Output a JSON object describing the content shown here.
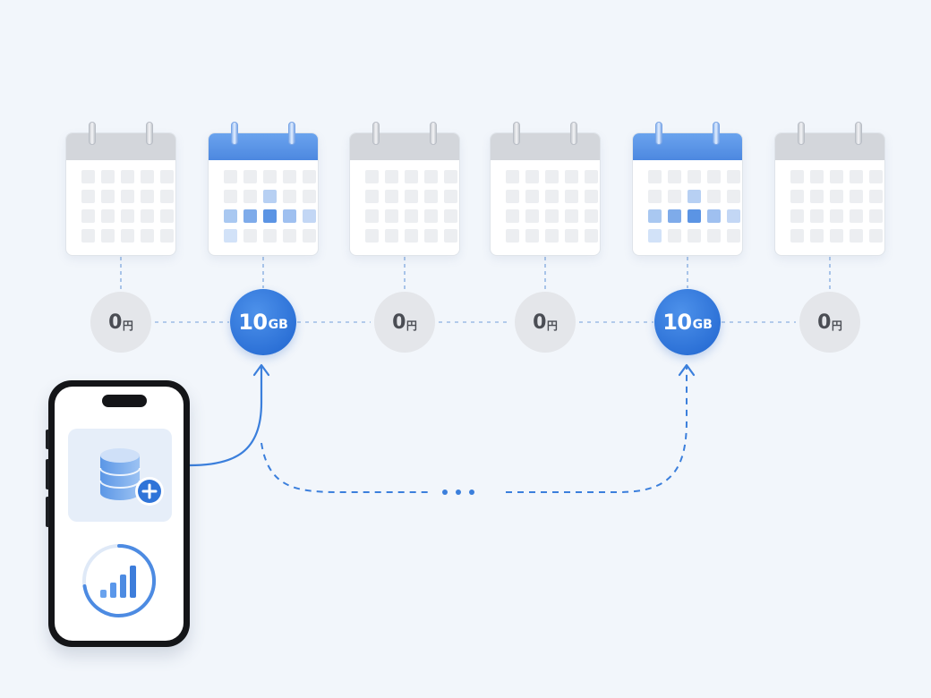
{
  "timeline": {
    "nodes": [
      {
        "value": "0",
        "unit": "円",
        "highlight": false
      },
      {
        "value": "10",
        "unit": "GB",
        "highlight": true
      },
      {
        "value": "0",
        "unit": "円",
        "highlight": false
      },
      {
        "value": "0",
        "unit": "円",
        "highlight": false
      },
      {
        "value": "10",
        "unit": "GB",
        "highlight": true
      },
      {
        "value": "0",
        "unit": "円",
        "highlight": false
      }
    ]
  },
  "colors": {
    "accent": "#2f74d8",
    "accent_light": "#6aa3ee",
    "neutral": "#e4e6ea",
    "background": "#f2f6fb"
  },
  "icons": {
    "calendar": "calendar-icon",
    "database_add": "database-add-icon",
    "signal": "signal-bars-icon",
    "arrow": "arrow-up-icon"
  }
}
